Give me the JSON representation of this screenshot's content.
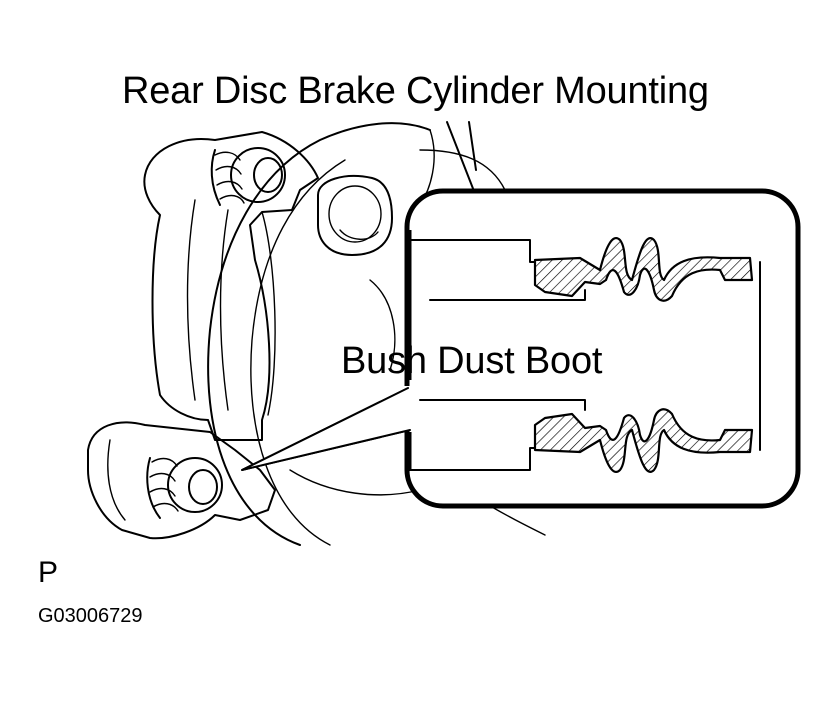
{
  "labels": {
    "title": "Rear Disc Brake Cylinder Mounting",
    "boot": "Bush Dust Boot",
    "view_letter": "P",
    "figure_code": "G03006729"
  },
  "icons": [
    "brake-caliper-drawing",
    "bush-dust-boot-cross-section"
  ],
  "colors": {
    "ink": "#000000",
    "background": "#ffffff"
  }
}
